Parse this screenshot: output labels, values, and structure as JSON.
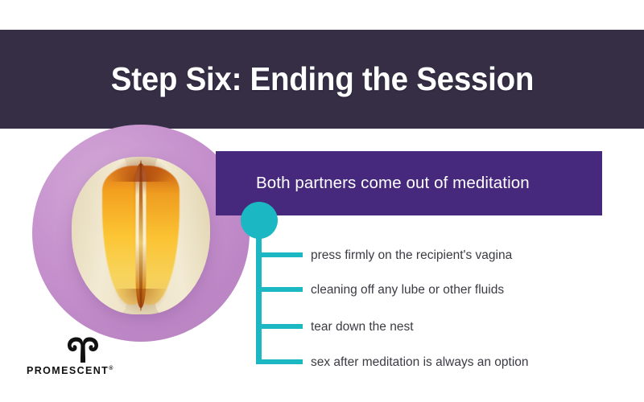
{
  "header": {
    "title": "Step Six: Ending the Session",
    "background_color": "#352e45",
    "text_color": "#ffffff"
  },
  "statement": {
    "text": "Both partners come out of meditation",
    "background_color": "#46297c",
    "text_color": "#ffffff"
  },
  "connector": {
    "color": "#1bb7c3",
    "dot_name": "connector-dot"
  },
  "bullets": [
    {
      "label": "press firmly on the recipient's vagina"
    },
    {
      "label": "cleaning off any lube or other fluids"
    },
    {
      "label": "tear down the nest"
    },
    {
      "label": "sex after meditation is always an option"
    }
  ],
  "illustration": {
    "circle_color": "#c894cf",
    "alt": "sliced fruit on lavender circle",
    "icon": "fruit-slice-photo"
  },
  "logo": {
    "wordmark": "PROMESCENT",
    "trademark": "®",
    "mark_name": "promescent-ram-horn-logo",
    "color": "#111111"
  },
  "colors": {
    "header": "#352e45",
    "banner": "#46297c",
    "teal": "#1bb7c3",
    "lavender": "#c894cf",
    "body_text": "#3b3b43",
    "page_background": "#ffffff"
  }
}
